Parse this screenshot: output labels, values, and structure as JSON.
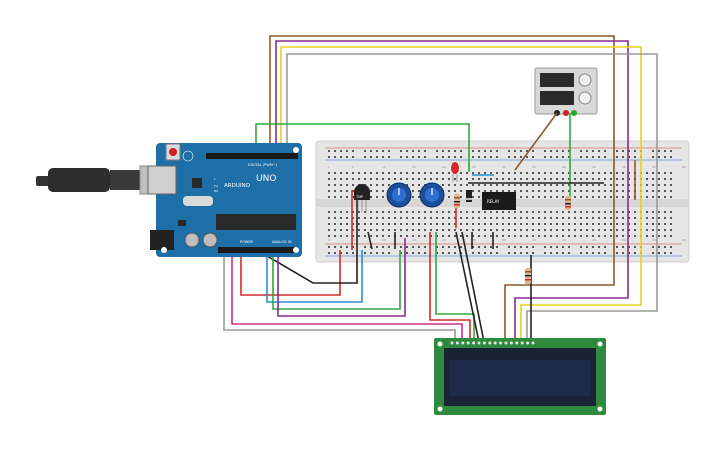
{
  "board": {
    "logo_text": "ARDUINO",
    "model_text": "UNO",
    "digital_label": "DIGITAL (PWM~)",
    "power_label": "POWER",
    "analog_label": "ANALOG IN",
    "tx_label": "TX",
    "rx_label": "RX",
    "l_label": "L"
  },
  "breadboard": {
    "column_markers": [
      "1",
      "5",
      "10",
      "15",
      "20",
      "25",
      "30",
      "35",
      "40",
      "45",
      "50",
      "55",
      "60"
    ]
  },
  "components": {
    "sensor_label": "TMP",
    "relay_label": "RELAY"
  },
  "colors": {
    "board_blue": "#1e6fa8",
    "breadboard": "#e6e6e6",
    "lcd_green": "#2e8b3e",
    "lcd_screen": "#1e2a4a",
    "wire_brown": "#8b5a2b",
    "wire_purple": "#8e2a8e",
    "wire_yellow": "#e8d21a",
    "wire_gray": "#9a9a9a",
    "wire_green": "#2eaa3e",
    "wire_red": "#d42a2a",
    "wire_black": "#222222",
    "wire_blue": "#2a8fd4",
    "wire_pink": "#d42a8e"
  }
}
